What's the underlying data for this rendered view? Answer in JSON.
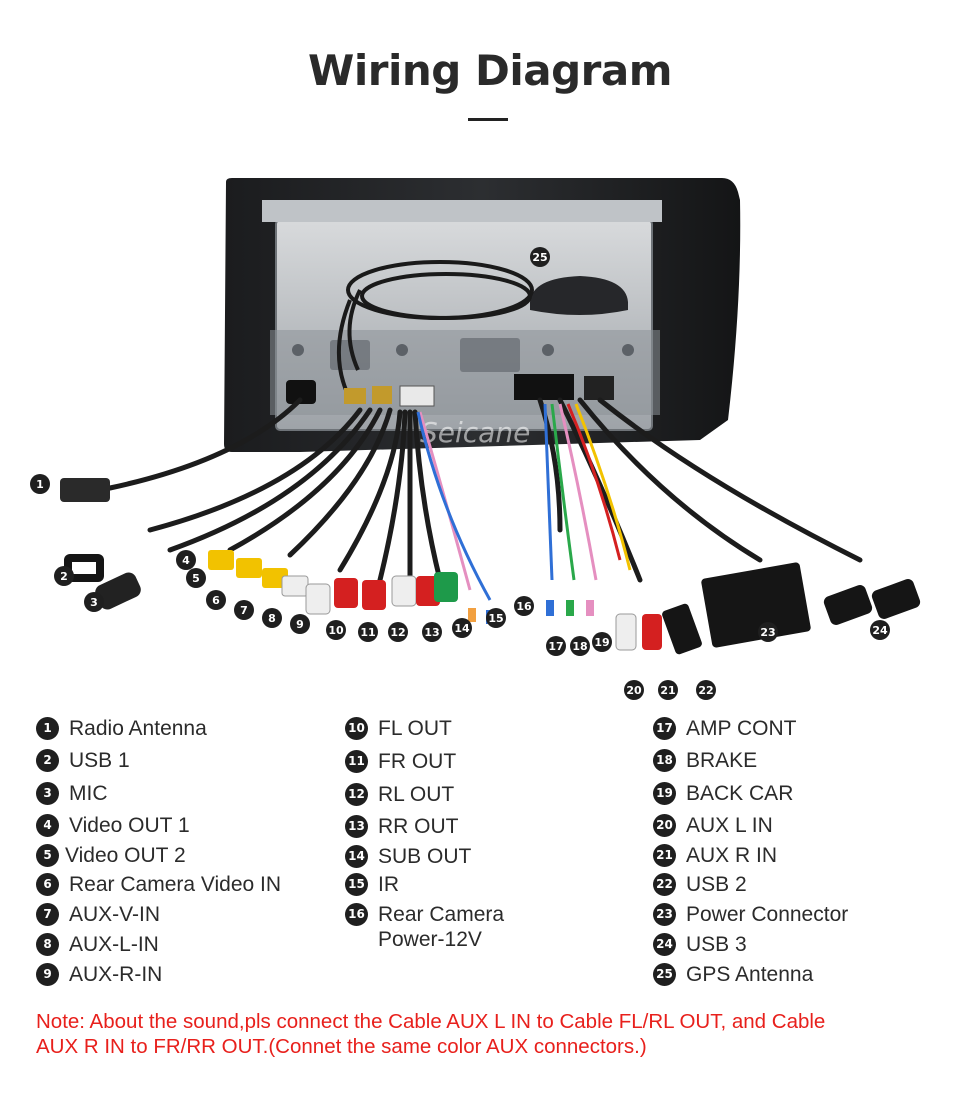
{
  "title": "Wiring Diagram",
  "watermark": "Seicane",
  "legend": {
    "col1": [
      {
        "n": "1",
        "label": "Radio Antenna"
      },
      {
        "n": "2",
        "label": "USB 1"
      },
      {
        "n": "3",
        "label": "MIC"
      },
      {
        "n": "4",
        "label": "Video OUT 1"
      },
      {
        "n": "5",
        "label": "Video OUT 2"
      },
      {
        "n": "6",
        "label": "Rear Camera Video IN"
      },
      {
        "n": "7",
        "label": "AUX-V-IN"
      },
      {
        "n": "8",
        "label": "AUX-L-IN"
      },
      {
        "n": "9",
        "label": "AUX-R-IN"
      }
    ],
    "col2": [
      {
        "n": "10",
        "label": "FL OUT"
      },
      {
        "n": "11",
        "label": "FR OUT"
      },
      {
        "n": "12",
        "label": "RL OUT"
      },
      {
        "n": "13",
        "label": "RR OUT"
      },
      {
        "n": "14",
        "label": "SUB OUT"
      },
      {
        "n": "15",
        "label": "IR"
      },
      {
        "n": "16",
        "label": "Rear Camera",
        "label2": "Power-12V"
      }
    ],
    "col3": [
      {
        "n": "17",
        "label": "AMP CONT"
      },
      {
        "n": "18",
        "label": "BRAKE"
      },
      {
        "n": "19",
        "label": "BACK CAR"
      },
      {
        "n": "20",
        "label": "AUX L IN"
      },
      {
        "n": "21",
        "label": "AUX R IN"
      },
      {
        "n": "22",
        "label": "USB 2"
      },
      {
        "n": "23",
        "label": "Power Connector"
      },
      {
        "n": "24",
        "label": "USB 3"
      },
      {
        "n": "25",
        "label": "GPS Antenna"
      }
    ]
  },
  "note": {
    "line1": "Note: About the sound,pls connect the Cable AUX L IN to Cable FL/RL OUT, and Cable",
    "line2": "AUX R IN to  FR/RR OUT.(Connet the same color AUX connectors.)"
  },
  "colors": {
    "note": "#e8201c",
    "badge": "#1f1f1f",
    "rca_yellow": "#f2c200",
    "rca_white": "#eeeeee",
    "rca_red": "#d42020",
    "rca_green": "#1e9a4a",
    "wire_blue": "#2f6fd6",
    "wire_green": "#2aa84a",
    "wire_pink": "#e58fc0"
  }
}
